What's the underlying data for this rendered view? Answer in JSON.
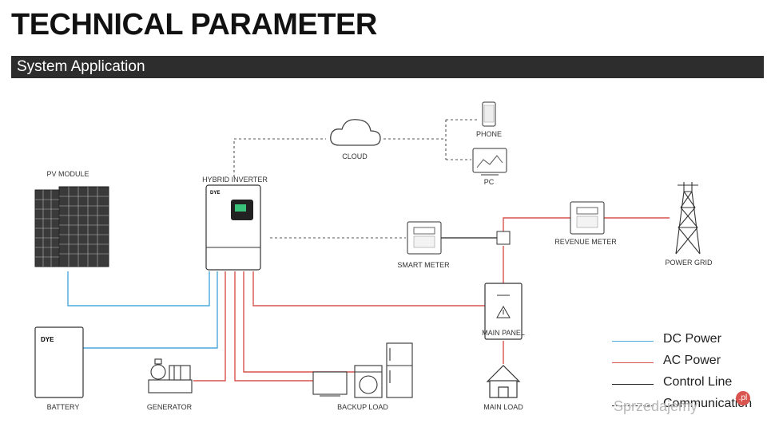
{
  "header": {
    "title": "TECHNICAL PARAMETER",
    "section": "System Application"
  },
  "nodes": {
    "pv_module": "PV MODULE",
    "hybrid_inverter": "HYBRID INVERTER",
    "cloud": "CLOUD",
    "phone": "PHONE",
    "pc": "PC",
    "smart_meter": "SMART METER",
    "revenue_meter": "REVENUE METER",
    "power_grid": "POWER GRID",
    "main_panel": "MAIN PANEL",
    "battery": "BATTERY",
    "generator": "GENERATOR",
    "backup_load": "BACKUP LOAD",
    "main_load": "MAIN LOAD"
  },
  "brand": {
    "inverter_logo": "DYE",
    "battery_logo": "DYE"
  },
  "legend": [
    {
      "label": "DC Power",
      "color": "#4aa8dc",
      "style": "solid"
    },
    {
      "label": "AC Power",
      "color": "#d9534f",
      "style": "solid"
    },
    {
      "label": "Control Line",
      "color": "#222222",
      "style": "solid"
    },
    {
      "label": "Communication",
      "color": "#222222",
      "style": "dashed"
    }
  ],
  "watermark": {
    "text": "Sprzedajemy",
    "badge": ".pl"
  }
}
